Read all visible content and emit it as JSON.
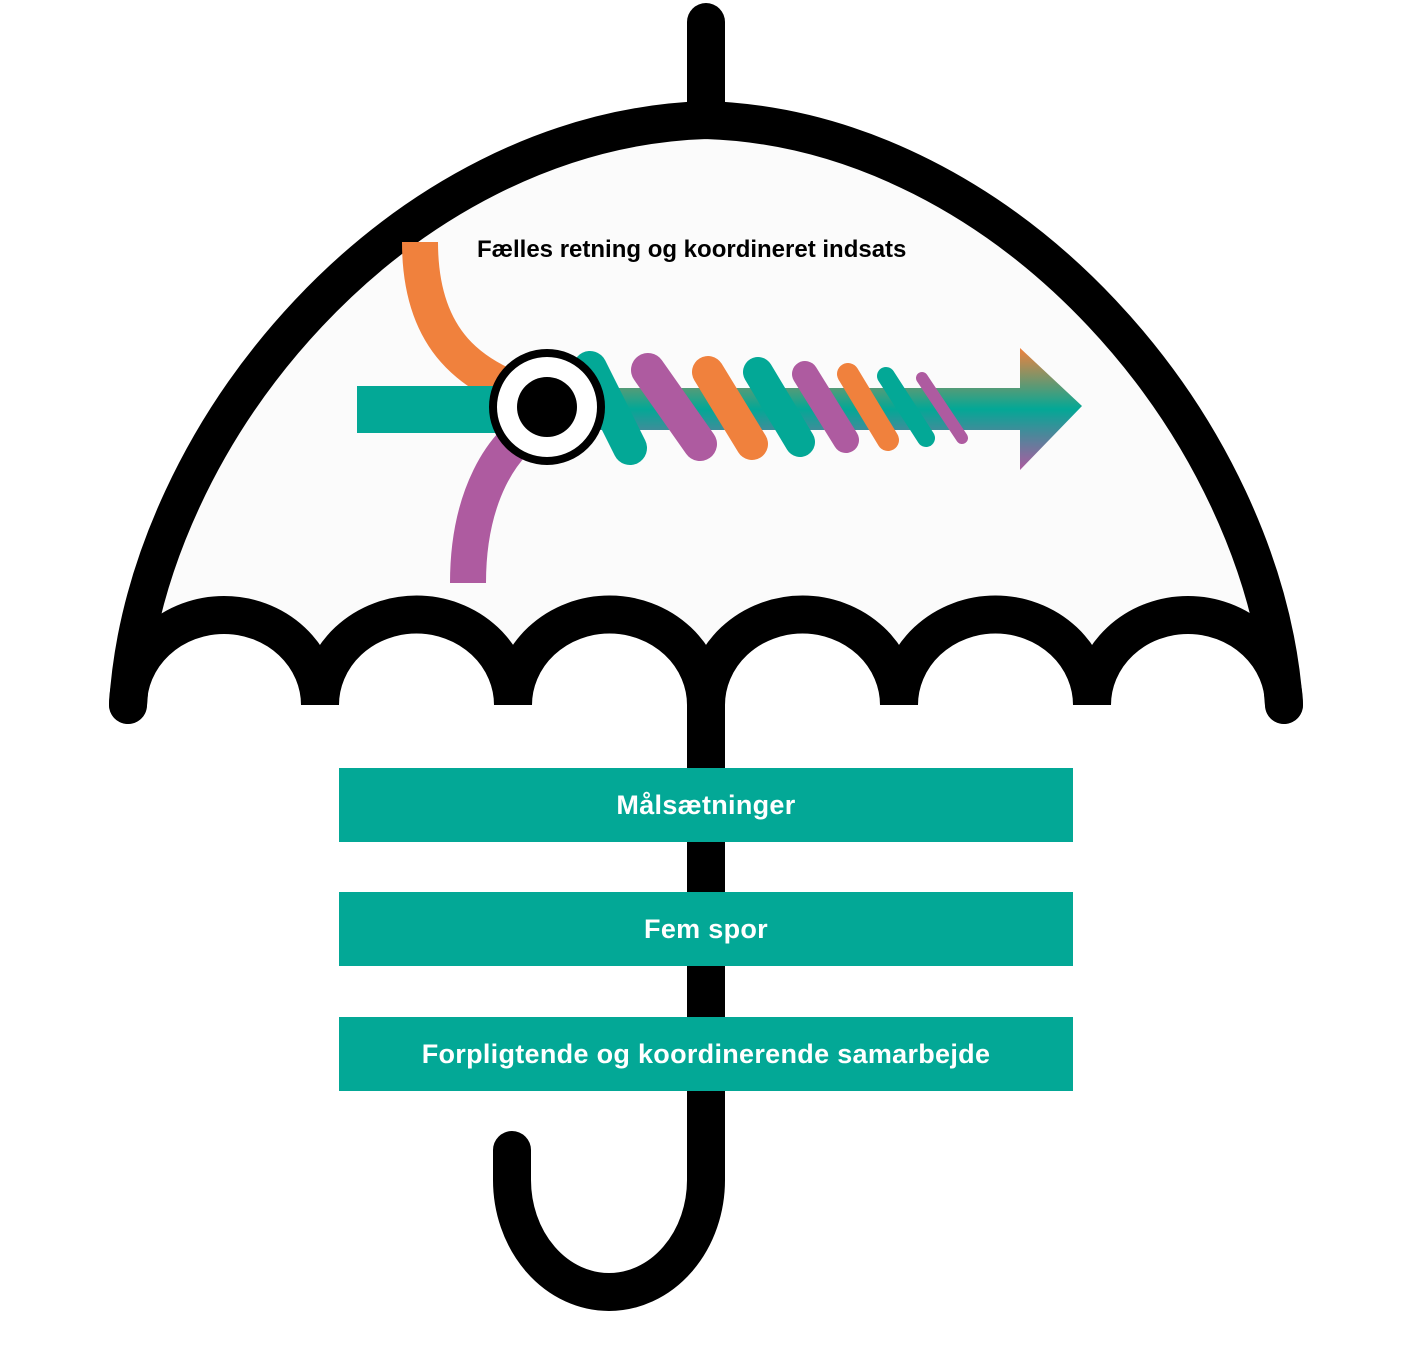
{
  "diagram": {
    "heading": "Fælles retning og koordineret indsats",
    "bars": [
      {
        "label": "Målsætninger"
      },
      {
        "label": "Fem spor"
      },
      {
        "label": "Forpligtende og koordinerende samarbejde"
      }
    ],
    "colors": {
      "teal": "#03A896",
      "orange": "#F0813D",
      "purple": "#AE5BA0",
      "outline": "#000000",
      "canopy_fill": "#FBFBFB"
    }
  }
}
